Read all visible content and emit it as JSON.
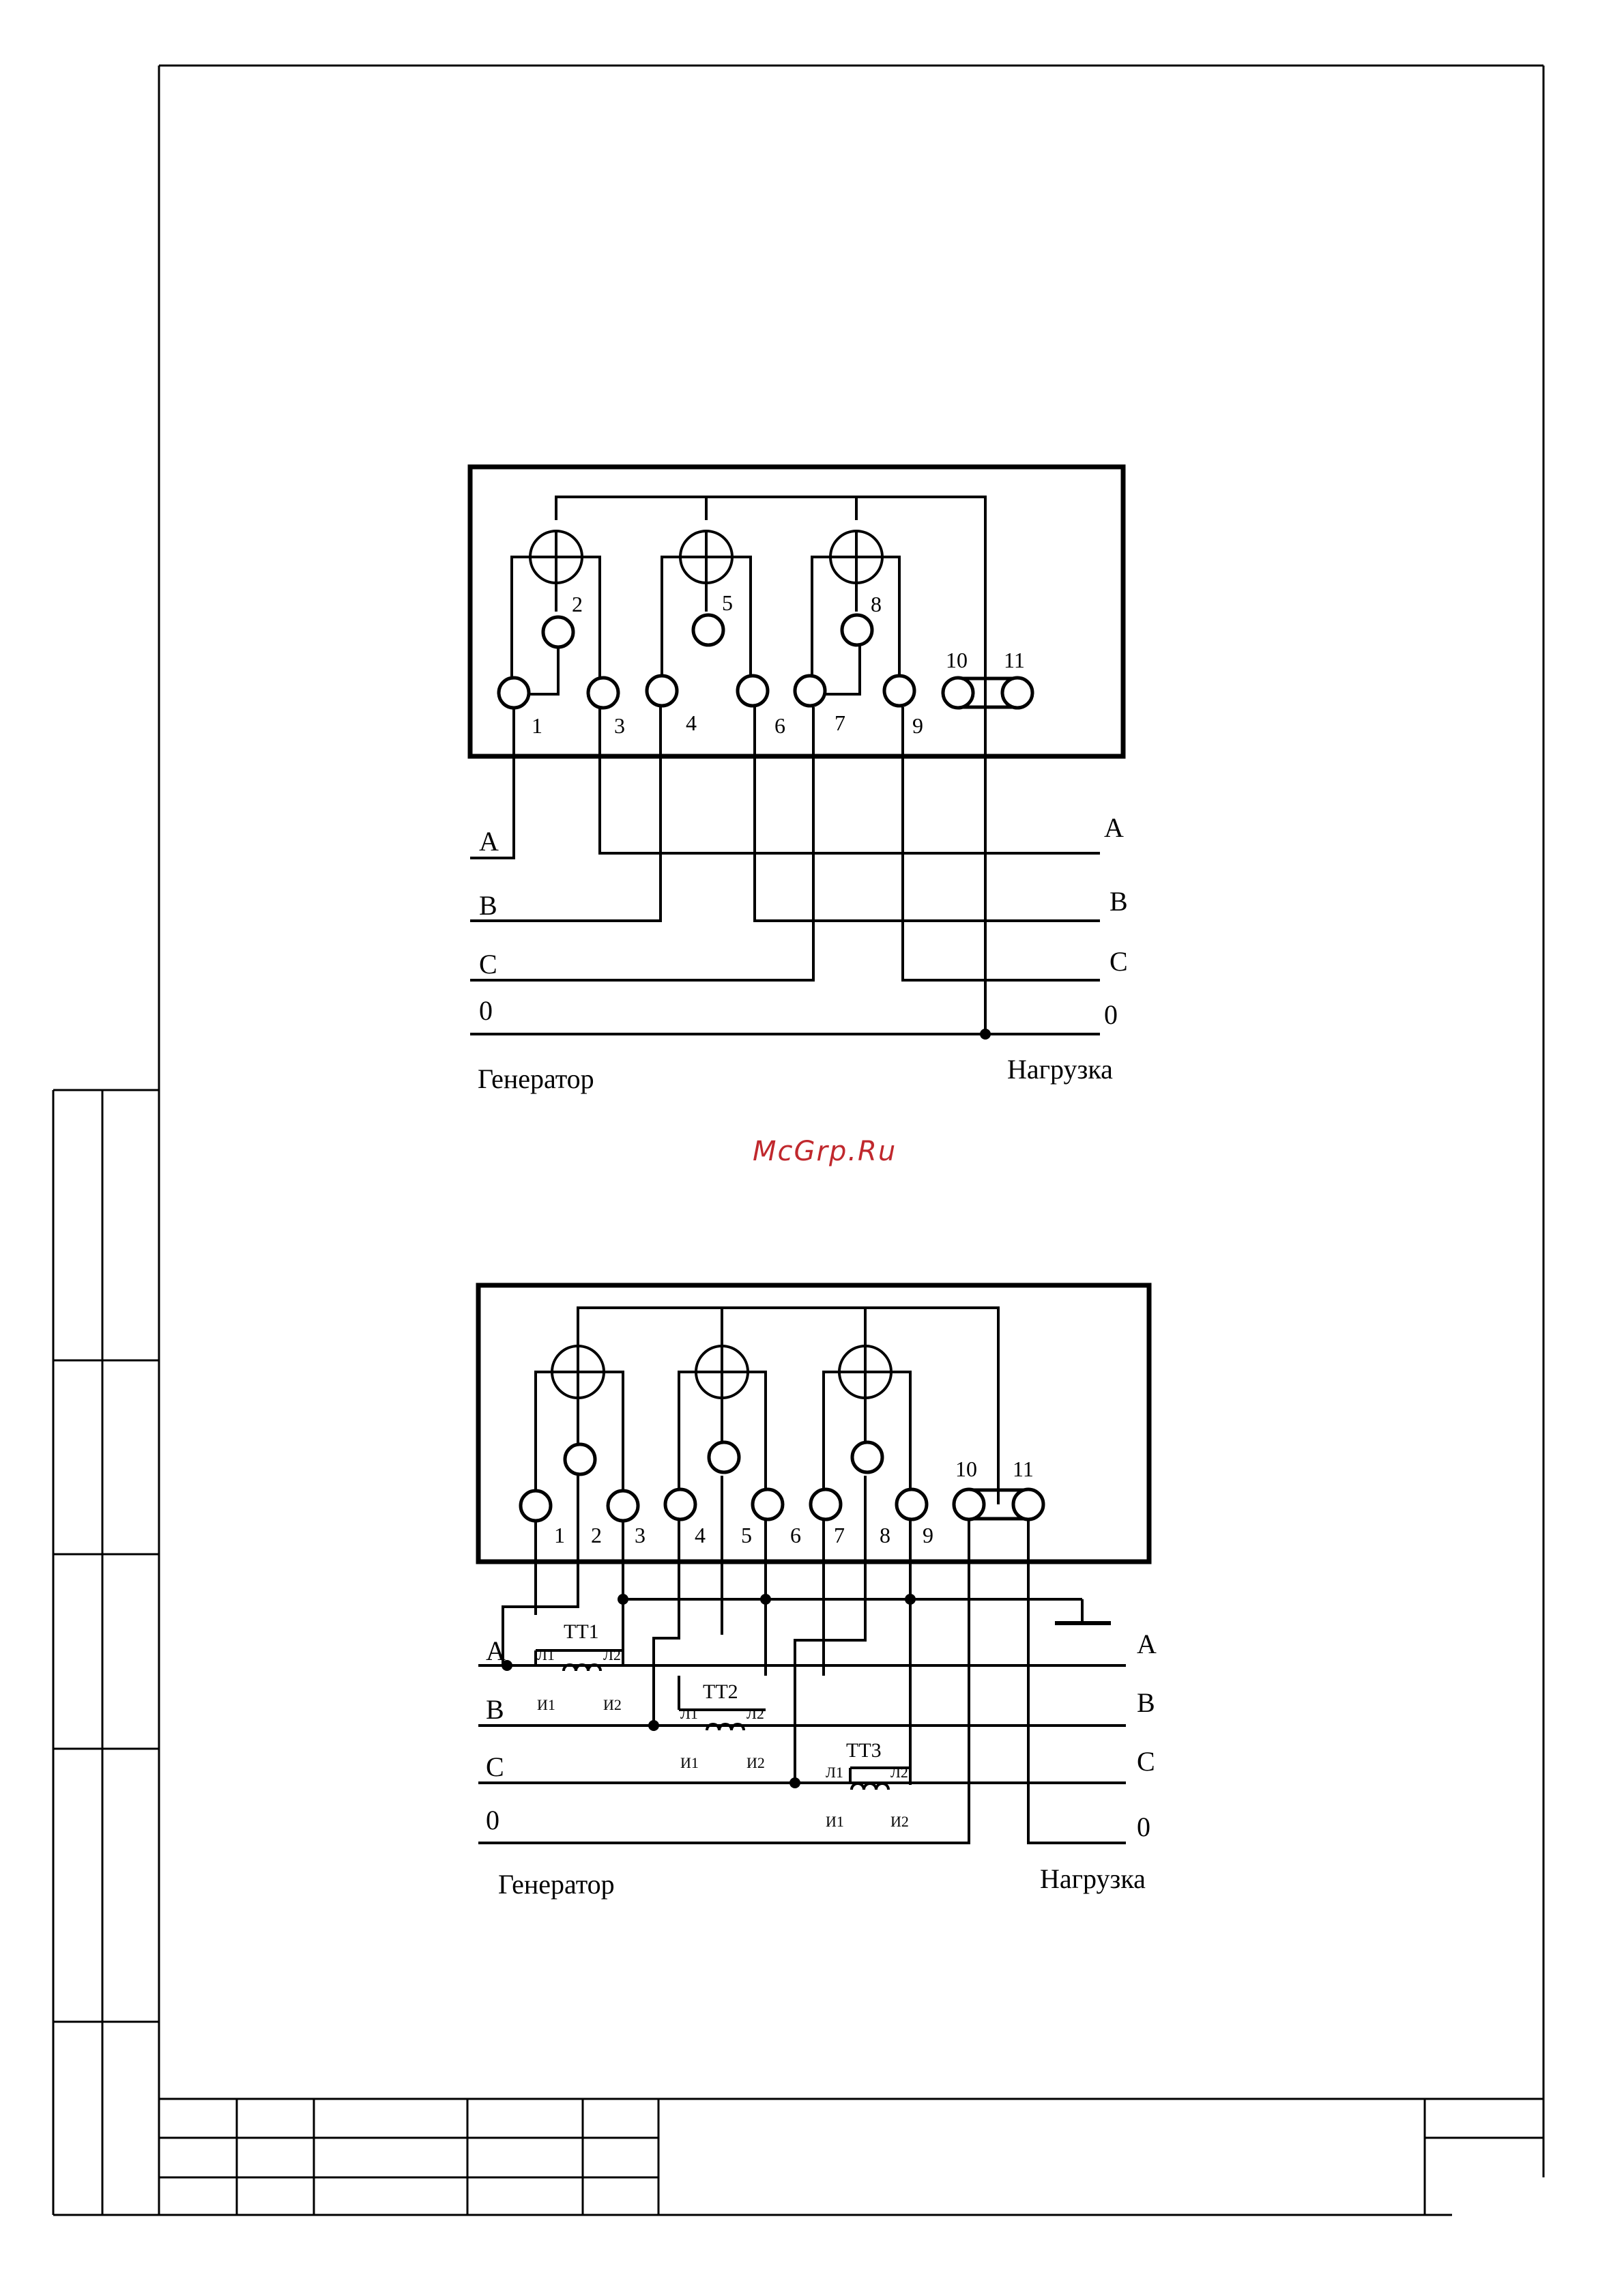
{
  "watermark": "McGrp.Ru",
  "colors": {
    "ink": "#000000",
    "watermark": "#c0282d",
    "paper": "#ffffff"
  },
  "diagram1": {
    "terminals": [
      "1",
      "2",
      "3",
      "4",
      "5",
      "6",
      "7",
      "8",
      "9",
      "10",
      "11"
    ],
    "lines_left": [
      "A",
      "B",
      "C",
      "0"
    ],
    "lines_right": [
      "A",
      "B",
      "C",
      "0"
    ],
    "label_left": "Генератор",
    "label_right": "Нагрузка"
  },
  "diagram2": {
    "terminals": [
      "1",
      "2",
      "3",
      "4",
      "5",
      "6",
      "7",
      "8",
      "9",
      "10",
      "11"
    ],
    "lines_left": [
      "A",
      "B",
      "C",
      "0"
    ],
    "lines_right": [
      "A",
      "B",
      "C",
      "0"
    ],
    "transformers": [
      {
        "name": "ТТ1",
        "l1": "Л1",
        "l2": "Л2",
        "i1": "И1",
        "i2": "И2"
      },
      {
        "name": "ТТ2",
        "l1": "Л1",
        "l2": "Л2",
        "i1": "И1",
        "i2": "И2"
      },
      {
        "name": "ТТ3",
        "l1": "Л1",
        "l2": "Л2",
        "i1": "И1",
        "i2": "И2"
      }
    ],
    "label_left": "Генератор",
    "label_right": "Нагрузка"
  }
}
